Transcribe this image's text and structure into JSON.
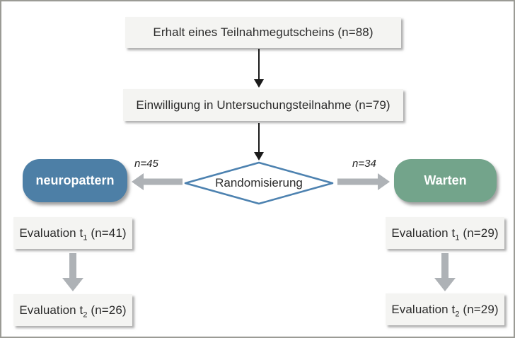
{
  "diagram": {
    "top_box": "Erhalt eines Teilnahmegutscheins (n=88)",
    "consent_box": "Einwilligung in Untersuchungsteilnahme (n=79)",
    "randomization": "Randomisierung",
    "left_n": "n=45",
    "right_n": "n=34",
    "left_arm": "neuropattern",
    "right_arm": "Warten",
    "left_eval_t1": {
      "prefix": "Evaluation t",
      "sub": "1",
      "suffix": " (n=41)"
    },
    "left_eval_t2": {
      "prefix": "Evaluation t",
      "sub": "2",
      "suffix": " (n=26)"
    },
    "right_eval_t1": {
      "prefix": "Evaluation t",
      "sub": "1",
      "suffix": " (n=29)"
    },
    "right_eval_t2": {
      "prefix": "Evaluation t",
      "sub": "2",
      "suffix": " (n=29)"
    }
  },
  "colors": {
    "arm_left_bg": "#4d7fa6",
    "arm_right_bg": "#73a48b",
    "diamond_border": "#4d82b0",
    "box_bg": "#f4f4f2",
    "arrow_gray": "#aeb2b6",
    "frame_border": "#9b9b95"
  }
}
